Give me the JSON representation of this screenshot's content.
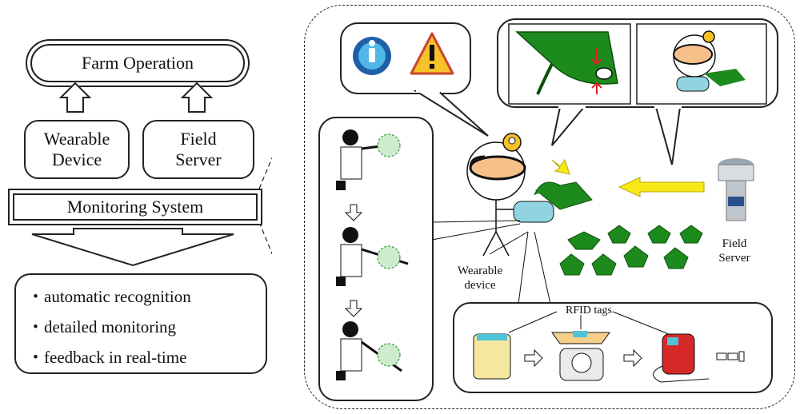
{
  "left": {
    "farm_operation": "Farm Operation",
    "wearable_device": [
      "Wearable",
      "Device"
    ],
    "field_server": [
      "Field",
      "Server"
    ],
    "monitoring_system": "Monitoring System",
    "features": [
      "・automatic recognition",
      "・detailed monitoring",
      "・feedback in real-time"
    ]
  },
  "right": {
    "wearable_label": [
      "Wearable",
      "device"
    ],
    "field_server_label": [
      "Field",
      "Server"
    ],
    "rfid_label": "RFID tags"
  },
  "colors": {
    "leaf": "#1d8a1d",
    "arrow_yellow": "#f7e81a",
    "skin": "#f5c08a",
    "glove": "#8fd4e0"
  }
}
